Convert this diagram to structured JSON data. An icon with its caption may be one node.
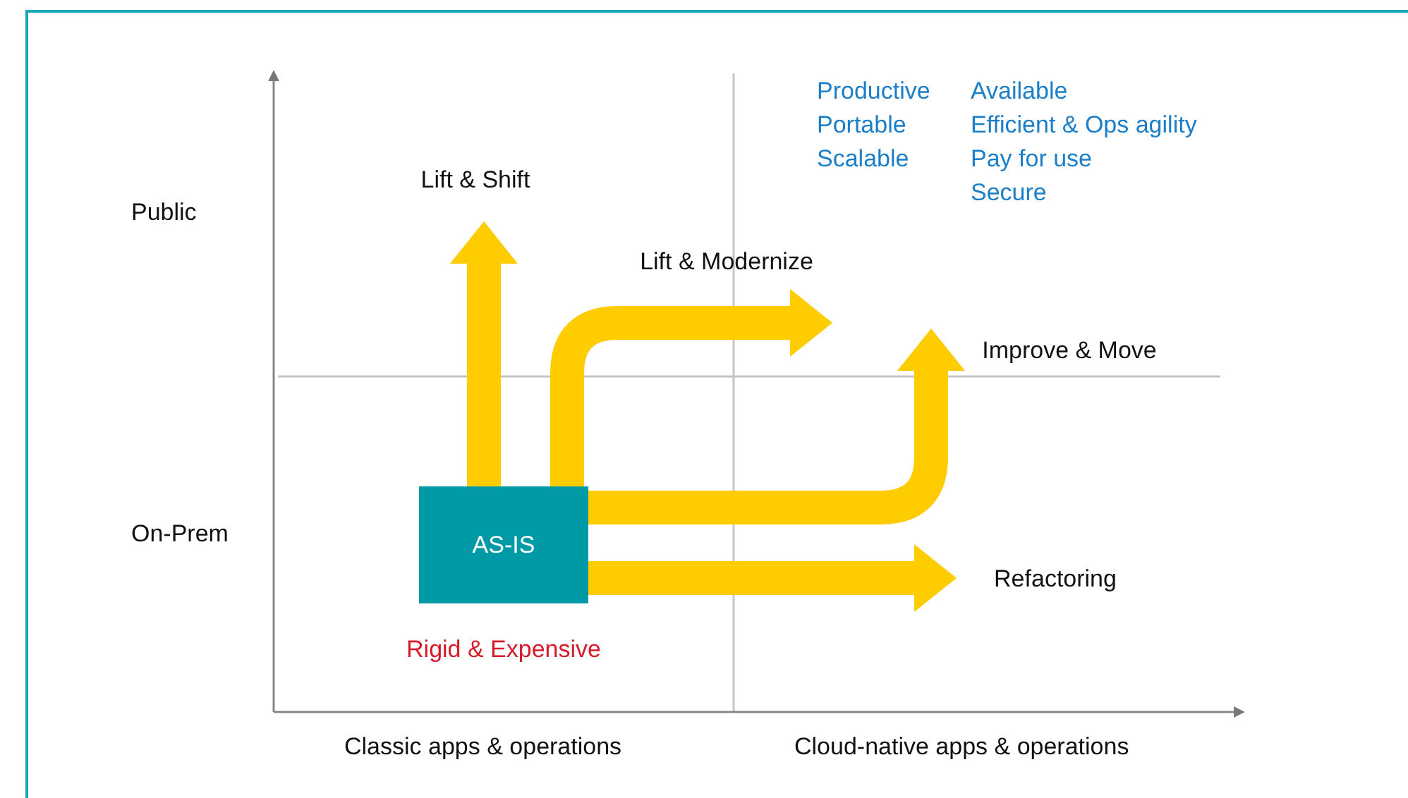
{
  "diagram": {
    "nodes": [
      {
        "text": [
          "AS-IS"
        ],
        "beside": [
          "Rigid & Expensive"
        ]
      },
      {
        "text": [
          "Lift & Shift"
        ]
      },
      {
        "text": [
          "Lift & Modernize"
        ]
      },
      {
        "text": [
          "Improve & Move"
        ]
      },
      {
        "text": [
          "Refactoring"
        ]
      }
    ],
    "edges": [
      {
        "from": 0,
        "to": 1,
        "arrow": "to"
      },
      {
        "from": 0,
        "to": 2,
        "arrow": "to"
      },
      {
        "from": 0,
        "to": 3,
        "arrow": "to"
      },
      {
        "from": 0,
        "to": 4,
        "arrow": "to"
      }
    ],
    "labels": [
      "Productive",
      "Available",
      "Portable",
      "Efficient & Ops agility",
      "Scalable",
      "Pay for use",
      "Secure",
      "Public",
      "On-Prem",
      "Classic apps & operations",
      "Cloud-native apps & operations"
    ]
  }
}
